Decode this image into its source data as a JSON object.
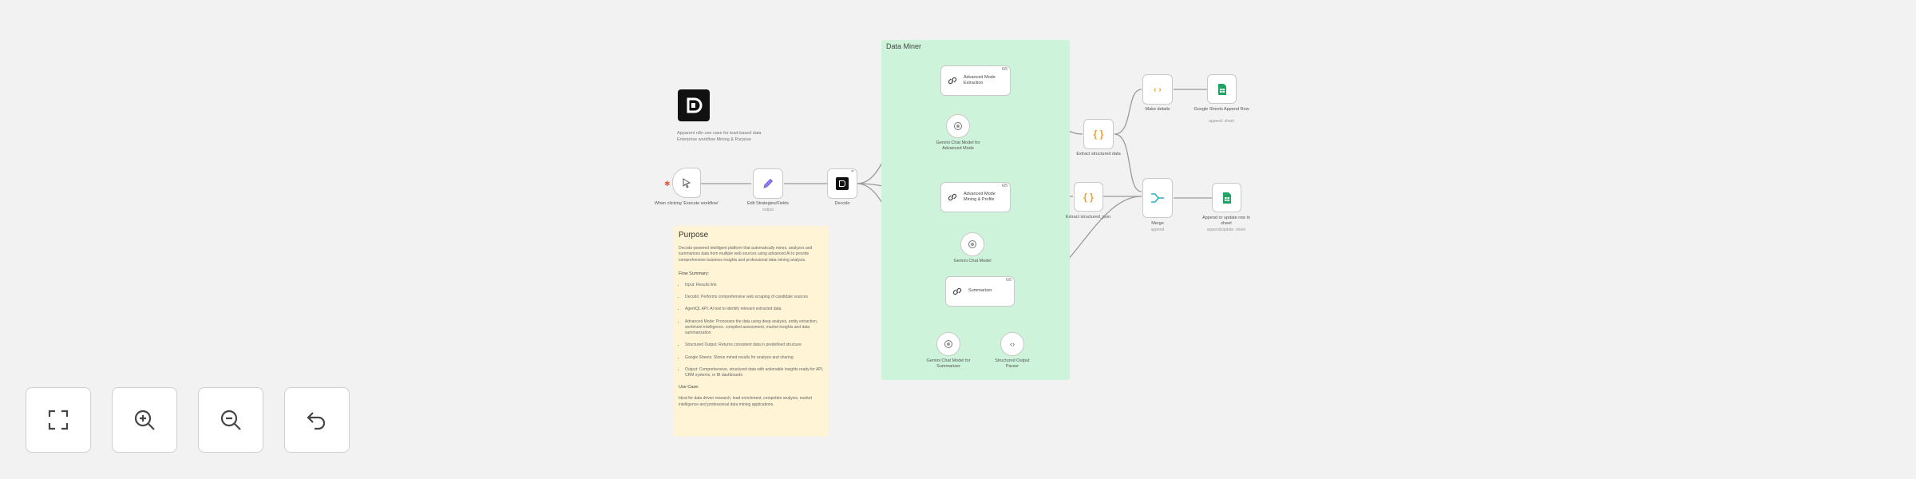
{
  "group": {
    "title": "Data Miner"
  },
  "description": {
    "line1": "Apparent n8n use case for lead-based data",
    "line2": "Enterprise workflow Mining & Purpose"
  },
  "nodes": {
    "trigger": {
      "label": "When clicking 'Execute workflow'",
      "icon": "cursor-click-icon"
    },
    "edit": {
      "label": "Edit Strategies/Fields",
      "sub": "output",
      "icon": "pencil-icon"
    },
    "decodo": {
      "label": "Decodo",
      "icon": "decodo-icon"
    },
    "adv1": {
      "title": "Advanced Mode Extraction",
      "badge": "6/5",
      "icon": "link-icon"
    },
    "adv2": {
      "title": "Advanced Mode Mining & Profile",
      "badge": "6/5",
      "icon": "link-icon"
    },
    "adv3": {
      "title": "Summarizer",
      "badge": "6/5",
      "icon": "link-icon"
    },
    "gemini1": {
      "label": "Gemini Chat Model for Advanced Mode",
      "icon": "gemini-icon"
    },
    "gemini2": {
      "label": "Gemini Chat Model",
      "icon": "gemini-icon"
    },
    "gemini3": {
      "label": "Gemini Chat Model for Summarizer",
      "icon": "gemini-icon"
    },
    "parser": {
      "label": "Structured Output Parser",
      "icon": "code-icon"
    },
    "code1": {
      "label": "Extract structured data",
      "icon": "braces-icon"
    },
    "code2": {
      "label": "Extract structured_json",
      "icon": "braces-icon"
    },
    "html": {
      "label": "Make details",
      "icon": "code-icon"
    },
    "sheet1": {
      "label": "Google Sheets Append Row",
      "sub": "append: sheet",
      "icon": "sheets-icon"
    },
    "merge": {
      "label": "Merge",
      "sub": "append",
      "icon": "merge-icon"
    },
    "sheet2": {
      "label": "Append or update row in sheet",
      "sub": "append/update: sheet",
      "icon": "sheets-icon"
    }
  },
  "note": {
    "title": "Purpose",
    "intro": "Decodo-powered intelligent platform that automatically mines, analyzes and summarizes data from multiple web sources using advanced AI to provide comprehensive business insights and professional data mining analysis.",
    "flow_title": "Flow Summary:",
    "items": [
      "Input: Results link",
      "Decodo: Performs comprehensive web scraping of candidate sources",
      "AgentQL API: AI tool to identify relevant extracted data",
      "Advanced Mode: Processes the data using deep analysis, entity extraction, sentiment intelligence, compiled assessment, market insights and data summarization",
      "Structured Output: Returns consistent data in predefined structure",
      "Google Sheets: Stores mined results for analysis and sharing",
      "Output: Comprehensive, structured data with actionable insights ready for API, CRM systems, or BI dashboards"
    ],
    "use_title": "Use Case:",
    "use_text": "Ideal for data driven research, lead enrichment, competitor analysis, market intelligence and professional data mining applications."
  },
  "controls": {
    "fit": "fit-view-icon",
    "zoom_in": "zoom-in-icon",
    "zoom_out": "zoom-out-icon",
    "undo": "undo-icon"
  }
}
